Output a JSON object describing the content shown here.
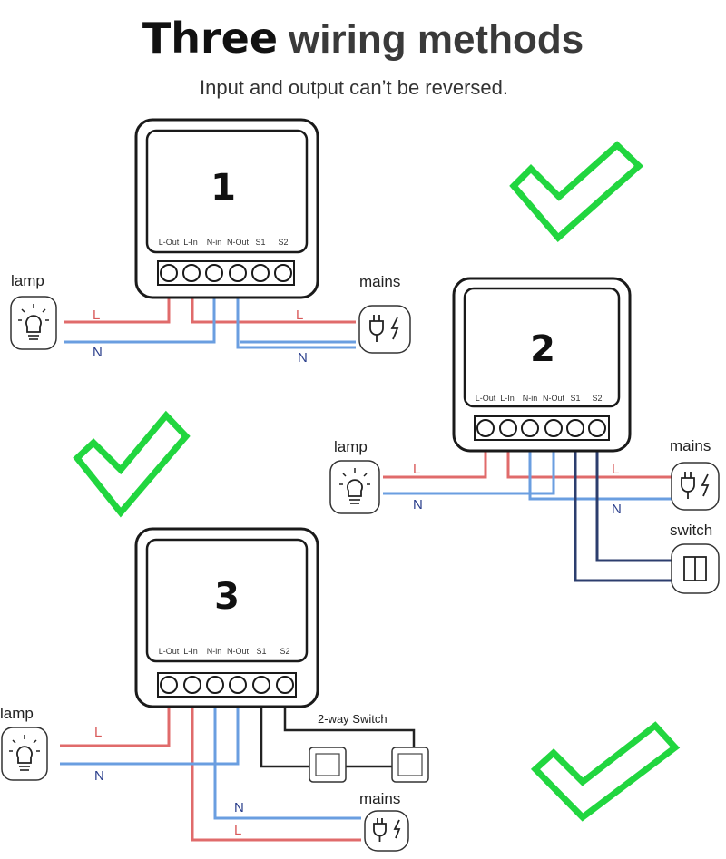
{
  "title": {
    "strong": "Three",
    "rest": "wiring methods"
  },
  "subtitle": "Input and output can’t be reversed.",
  "terminals": [
    "L-Out",
    "L-In",
    "N-in",
    "N-Out",
    "S1",
    "S2"
  ],
  "labels": {
    "lamp": "lamp",
    "mains": "mains",
    "switch": "switch",
    "two_way_switch": "2-way Switch",
    "live": "L",
    "neutral": "N"
  },
  "diagrams": [
    {
      "number": "1"
    },
    {
      "number": "2"
    },
    {
      "number": "3"
    }
  ],
  "colors": {
    "live_wire": "#e06b6b",
    "neutral_wire": "#6a9ee0",
    "switch_wire": "#2c3e6e",
    "check": "#21d63f"
  },
  "icons": [
    "lightbulb-icon",
    "plug-icon",
    "rocker-switch-icon",
    "two-way-switch-icon",
    "checkmark-icon"
  ]
}
